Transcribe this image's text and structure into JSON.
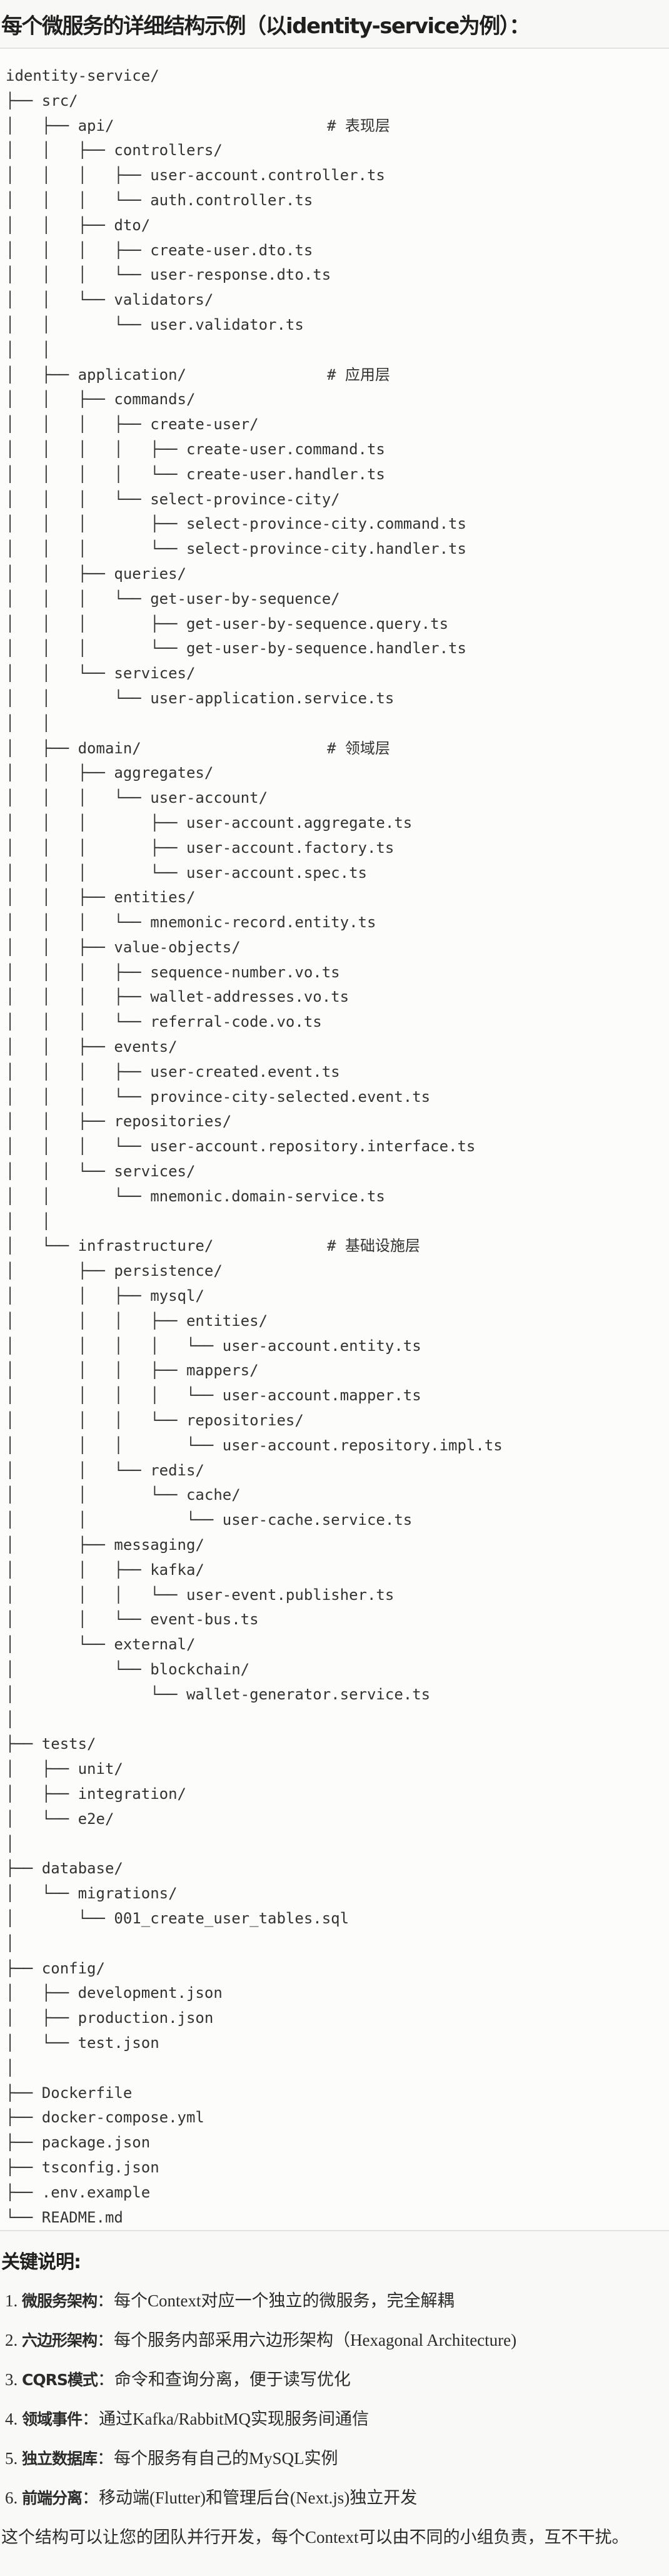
{
  "header": {
    "title": "每个微服务的详细结构示例（以identity-service为例）："
  },
  "tree": [
    {
      "text": "identity-service/"
    },
    {
      "text": "├── src/"
    },
    {
      "text": "│   ├── api/",
      "comment": "# 表现层"
    },
    {
      "text": "│   │   ├── controllers/"
    },
    {
      "text": "│   │   │   ├── user-account.controller.ts"
    },
    {
      "text": "│   │   │   └── auth.controller.ts"
    },
    {
      "text": "│   │   ├── dto/"
    },
    {
      "text": "│   │   │   ├── create-user.dto.ts"
    },
    {
      "text": "│   │   │   └── user-response.dto.ts"
    },
    {
      "text": "│   │   └── validators/"
    },
    {
      "text": "│   │       └── user.validator.ts"
    },
    {
      "text": "│   │"
    },
    {
      "text": "│   ├── application/",
      "comment": "# 应用层"
    },
    {
      "text": "│   │   ├── commands/"
    },
    {
      "text": "│   │   │   ├── create-user/"
    },
    {
      "text": "│   │   │   │   ├── create-user.command.ts"
    },
    {
      "text": "│   │   │   │   └── create-user.handler.ts"
    },
    {
      "text": "│   │   │   └── select-province-city/"
    },
    {
      "text": "│   │   │       ├── select-province-city.command.ts"
    },
    {
      "text": "│   │   │       └── select-province-city.handler.ts"
    },
    {
      "text": "│   │   ├── queries/"
    },
    {
      "text": "│   │   │   └── get-user-by-sequence/"
    },
    {
      "text": "│   │   │       ├── get-user-by-sequence.query.ts"
    },
    {
      "text": "│   │   │       └── get-user-by-sequence.handler.ts"
    },
    {
      "text": "│   │   └── services/"
    },
    {
      "text": "│   │       └── user-application.service.ts"
    },
    {
      "text": "│   │"
    },
    {
      "text": "│   ├── domain/",
      "comment": "# 领域层"
    },
    {
      "text": "│   │   ├── aggregates/"
    },
    {
      "text": "│   │   │   └── user-account/"
    },
    {
      "text": "│   │   │       ├── user-account.aggregate.ts"
    },
    {
      "text": "│   │   │       ├── user-account.factory.ts"
    },
    {
      "text": "│   │   │       └── user-account.spec.ts"
    },
    {
      "text": "│   │   ├── entities/"
    },
    {
      "text": "│   │   │   └── mnemonic-record.entity.ts"
    },
    {
      "text": "│   │   ├── value-objects/"
    },
    {
      "text": "│   │   │   ├── sequence-number.vo.ts"
    },
    {
      "text": "│   │   │   ├── wallet-addresses.vo.ts"
    },
    {
      "text": "│   │   │   └── referral-code.vo.ts"
    },
    {
      "text": "│   │   ├── events/"
    },
    {
      "text": "│   │   │   ├── user-created.event.ts"
    },
    {
      "text": "│   │   │   └── province-city-selected.event.ts"
    },
    {
      "text": "│   │   ├── repositories/"
    },
    {
      "text": "│   │   │   └── user-account.repository.interface.ts"
    },
    {
      "text": "│   │   └── services/"
    },
    {
      "text": "│   │       └── mnemonic.domain-service.ts"
    },
    {
      "text": "│   │"
    },
    {
      "text": "│   └── infrastructure/",
      "comment": "# 基础设施层"
    },
    {
      "text": "│       ├── persistence/"
    },
    {
      "text": "│       │   ├── mysql/"
    },
    {
      "text": "│       │   │   ├── entities/"
    },
    {
      "text": "│       │   │   │   └── user-account.entity.ts"
    },
    {
      "text": "│       │   │   ├── mappers/"
    },
    {
      "text": "│       │   │   │   └── user-account.mapper.ts"
    },
    {
      "text": "│       │   │   └── repositories/"
    },
    {
      "text": "│       │   │       └── user-account.repository.impl.ts"
    },
    {
      "text": "│       │   └── redis/"
    },
    {
      "text": "│       │       └── cache/"
    },
    {
      "text": "│       │           └── user-cache.service.ts"
    },
    {
      "text": "│       ├── messaging/"
    },
    {
      "text": "│       │   ├── kafka/"
    },
    {
      "text": "│       │   │   └── user-event.publisher.ts"
    },
    {
      "text": "│       │   └── event-bus.ts"
    },
    {
      "text": "│       └── external/"
    },
    {
      "text": "│           └── blockchain/"
    },
    {
      "text": "│               └── wallet-generator.service.ts"
    },
    {
      "text": "│"
    },
    {
      "text": "├── tests/"
    },
    {
      "text": "│   ├── unit/"
    },
    {
      "text": "│   ├── integration/"
    },
    {
      "text": "│   └── e2e/"
    },
    {
      "text": "│"
    },
    {
      "text": "├── database/"
    },
    {
      "text": "│   └── migrations/"
    },
    {
      "text": "│       └── 001_create_user_tables.sql"
    },
    {
      "text": "│"
    },
    {
      "text": "├── config/"
    },
    {
      "text": "│   ├── development.json"
    },
    {
      "text": "│   ├── production.json"
    },
    {
      "text": "│   └── test.json"
    },
    {
      "text": "│"
    },
    {
      "text": "├── Dockerfile"
    },
    {
      "text": "├── docker-compose.yml"
    },
    {
      "text": "├── package.json"
    },
    {
      "text": "├── tsconfig.json"
    },
    {
      "text": "├── .env.example"
    },
    {
      "text": "└── README.md"
    }
  ],
  "notes": {
    "title": "关键说明:",
    "items": [
      {
        "num": "1. ",
        "label": "微服务架构",
        "text": "：每个Context对应一个独立的微服务，完全解耦"
      },
      {
        "num": "2. ",
        "label": "六边形架构",
        "text": "：每个服务内部采用六边形架构（Hexagonal Architecture)"
      },
      {
        "num": "3. ",
        "label": "CQRS模式",
        "text": "：命令和查询分离，便于读写优化"
      },
      {
        "num": "4. ",
        "label": "领域事件",
        "text": "：通过Kafka/RabbitMQ实现服务间通信"
      },
      {
        "num": "5. ",
        "label": "独立数据库",
        "text": "：每个服务有自己的MySQL实例"
      },
      {
        "num": "6. ",
        "label": "前端分离",
        "text": "：移动端(Flutter)和管理后台(Next.js)独立开发"
      }
    ],
    "summary": "这个结构可以让您的团队并行开发，每个Context可以由不同的小组负责，互不干扰。"
  }
}
